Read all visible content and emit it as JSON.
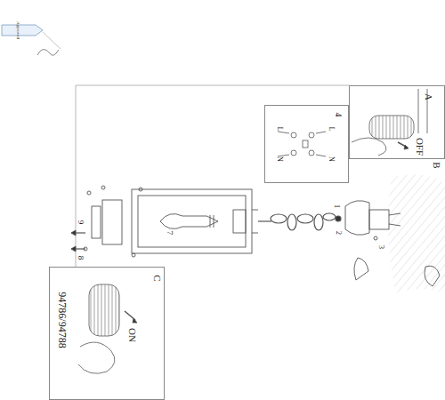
{
  "diagram": {
    "nodes": [
      {
        "text": [
          "A",
          "OFF"
        ]
      },
      {
        "text": [
          "4",
          "L",
          "N",
          "L",
          "N"
        ]
      },
      {
        "text": [
          "C",
          "ON"
        ]
      }
    ],
    "edges": [],
    "labels": [
      "B",
      "94786/94788",
      "1",
      "2",
      "3",
      "7",
      "8",
      "9",
      "Approved"
    ]
  }
}
